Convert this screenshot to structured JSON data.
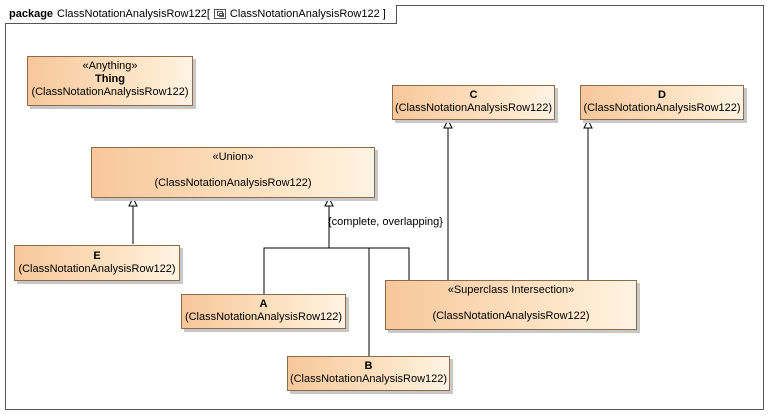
{
  "frame": {
    "keyword": "package",
    "name": "ClassNotationAnalysisRow122",
    "bracket_open": "[",
    "diagram_name": "ClassNotationAnalysisRow122",
    "bracket_close": "]"
  },
  "classes": {
    "thing": {
      "stereotype": "«Anything»",
      "name": "Thing",
      "package": "(ClassNotationAnalysisRow122)"
    },
    "union": {
      "stereotype": "«Union»",
      "name": "",
      "package": "(ClassNotationAnalysisRow122)"
    },
    "e": {
      "name": "E",
      "package": "(ClassNotationAnalysisRow122)"
    },
    "c": {
      "name": "C",
      "package": "(ClassNotationAnalysisRow122)"
    },
    "d": {
      "name": "D",
      "package": "(ClassNotationAnalysisRow122)"
    },
    "a": {
      "name": "A",
      "package": "(ClassNotationAnalysisRow122)"
    },
    "b": {
      "name": "B",
      "package": "(ClassNotationAnalysisRow122)"
    },
    "superclass_intersection": {
      "stereotype": "«Superclass Intersection»",
      "name": "",
      "package": "(ClassNotationAnalysisRow122)"
    }
  },
  "constraint": "{complete, overlapping}",
  "colors": {
    "class_fill_start": "#f7c79a",
    "class_fill_end": "#fff3e3",
    "border": "#8c6a4a"
  }
}
